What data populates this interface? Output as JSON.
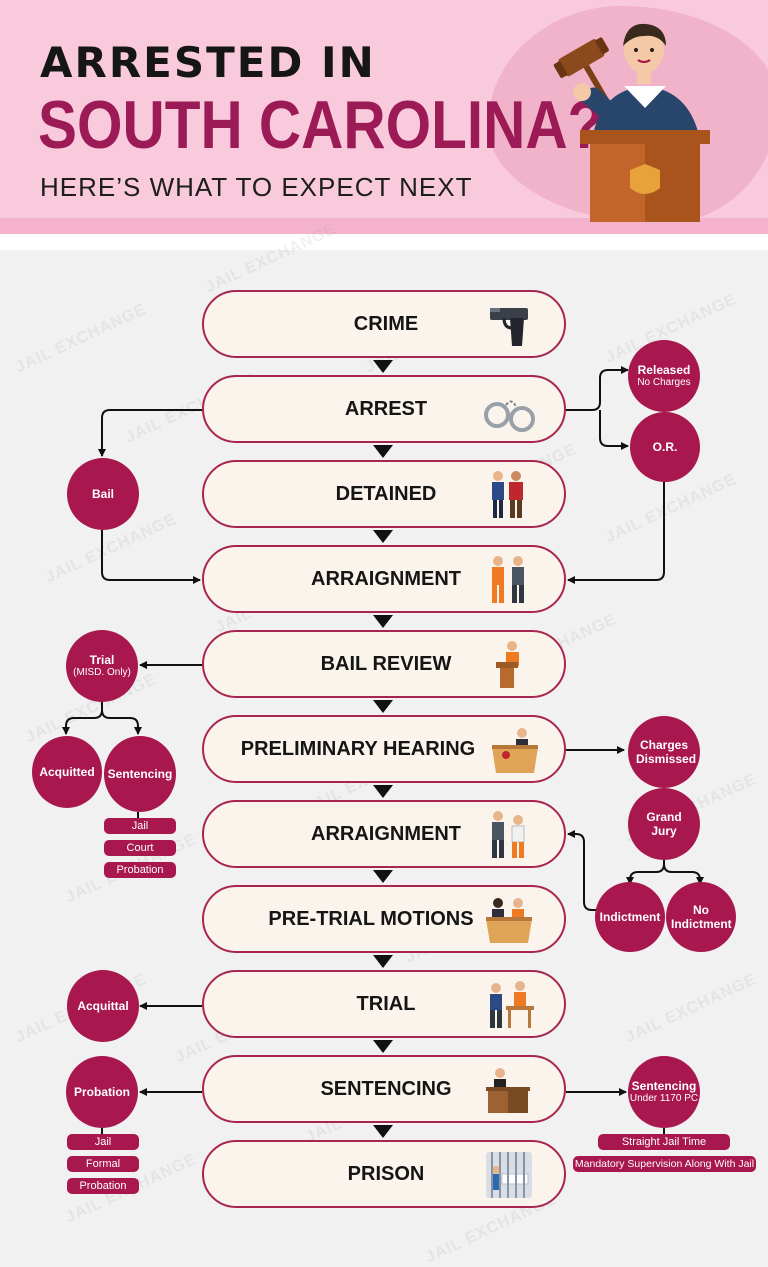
{
  "header": {
    "line1": "ARRESTED IN",
    "line2": "SOUTH CAROLINA?",
    "line3": "HERE’S WHAT TO EXPECT NEXT"
  },
  "watermark": "JAIL EXCHANGE",
  "steps": [
    {
      "label": "CRIME",
      "icon": "handgun-icon"
    },
    {
      "label": "ARREST",
      "icon": "handcuffs-icon"
    },
    {
      "label": "DETAINED",
      "icon": "officer-with-detainee-icon"
    },
    {
      "label": "ARRAIGNMENT",
      "icon": "escorted-prisoner-icon"
    },
    {
      "label": "BAIL REVIEW",
      "icon": "podium-speaker-icon"
    },
    {
      "label": "PRELIMINARY HEARING",
      "icon": "judge-desk-icon"
    },
    {
      "label": "ARRAIGNMENT",
      "icon": "officer-and-prisoner-icon"
    },
    {
      "label": "PRE-TRIAL MOTIONS",
      "icon": "courtroom-desk-icon"
    },
    {
      "label": "TRIAL",
      "icon": "trial-table-icon"
    },
    {
      "label": "SENTENCING",
      "icon": "judge-bench-icon"
    },
    {
      "label": "PRISON",
      "icon": "prison-cell-icon"
    }
  ],
  "nodes": {
    "released": {
      "title": "Released",
      "sub": "No Charges"
    },
    "or": {
      "title": "O.R."
    },
    "bail": {
      "title": "Bail"
    },
    "trial_misd": {
      "title": "Trial",
      "sub": "(MISD. Only)"
    },
    "acquitted": {
      "title": "Acquitted"
    },
    "sentencing_left": {
      "title": "Sentencing"
    },
    "charges_dismissed": {
      "title": "Charges Dismissed"
    },
    "grand_jury": {
      "title": "Grand Jury"
    },
    "indictment": {
      "title": "Indictment"
    },
    "no_indictment": {
      "title": "No Indictment"
    },
    "acquittal": {
      "title": "Acquittal"
    },
    "probation": {
      "title": "Probation"
    },
    "sentencing_right": {
      "title": "Sentencing",
      "sub": "Under 1170 PC"
    }
  },
  "pills": {
    "misd_sentencing": [
      "Jail",
      "Court",
      "Probation"
    ],
    "probation": [
      "Jail",
      "Formal",
      "Probation"
    ],
    "pc1170": [
      "Straight Jail Time",
      "Mandatory Supervision Along With Jail"
    ]
  },
  "colors": {
    "accent": "#a8174e",
    "box_fill": "#faf4ec",
    "header_bg": "#f9c9dc",
    "title_red": "#9c1a55"
  }
}
